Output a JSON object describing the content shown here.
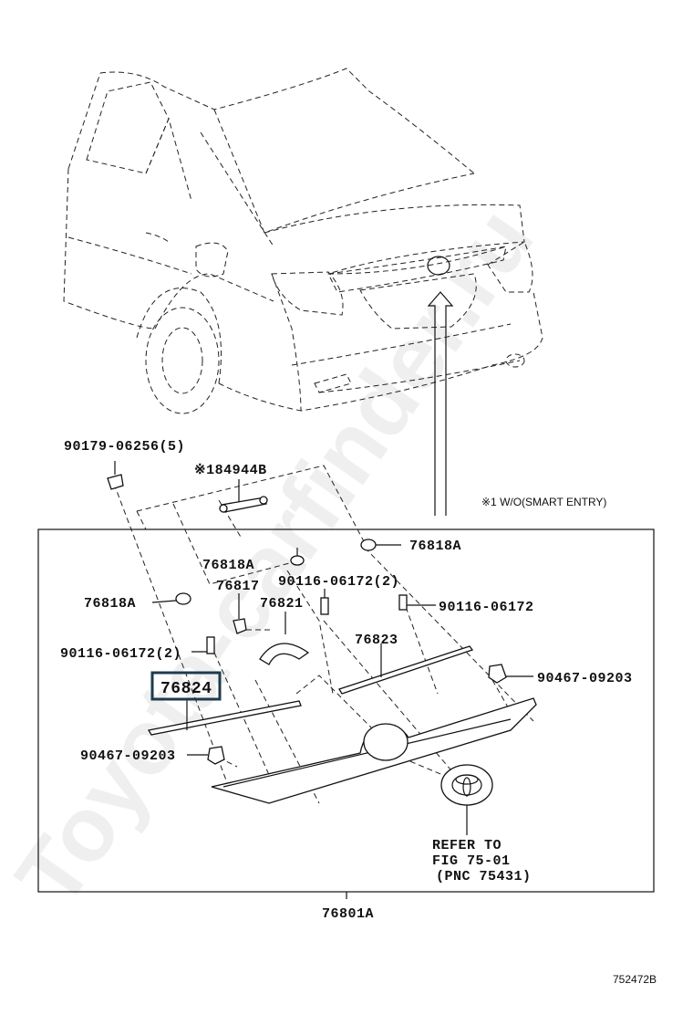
{
  "labels": {
    "p90179": "90179-06256(5)",
    "p84944b": "※184944B",
    "note": "※1 W/O(SMART ENTRY)",
    "p76818a_top": "76818A",
    "p76818a_mid": "76818A",
    "p76818a_left": "76818A",
    "p76817": "76817",
    "p90116_2_top": "90116-06172(2)",
    "p90116_right": "90116-06172",
    "p76821": "76821",
    "p90116_2_left": "90116-06172(2)",
    "p76823": "76823",
    "p90467_right": "90467-09203",
    "p76824": "76824",
    "p90467_left": "90467-09203",
    "refer_line1": "REFER TO",
    "refer_line2": "FIG 75-01",
    "refer_line3": "(PNC 75431)",
    "p76801a": "76801A",
    "fig_id": "752472B"
  },
  "watermark": "Toyota-carfinder.ru",
  "highlight_color": "#1f3b4d"
}
